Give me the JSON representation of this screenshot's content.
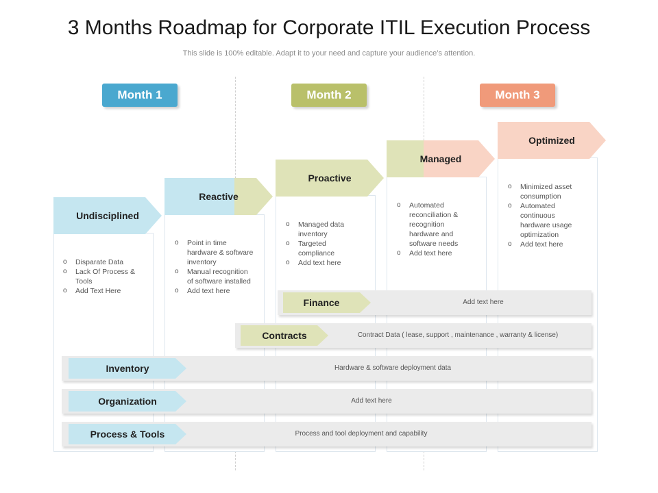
{
  "title": "3 Months Roadmap for Corporate ITIL Execution Process",
  "subtitle": "This slide is 100% editable. Adapt it to your need and capture your audience’s attention.",
  "months": [
    {
      "label": "Month 1",
      "color": "#4aa8cf"
    },
    {
      "label": "Month 2",
      "color": "#b9c06a"
    },
    {
      "label": "Month 3",
      "color": "#f09a7a"
    }
  ],
  "stages": [
    {
      "label": "Undisciplined",
      "items": [
        "Disparate Data",
        "Lack Of Process & Tools",
        "Add Text Here"
      ]
    },
    {
      "label": "Reactive",
      "items": [
        "Point in time hardware & software inventory",
        "Manual recognition of software installed",
        "Add text here"
      ]
    },
    {
      "label": "Proactive",
      "items": [
        "Managed data inventory",
        "Targeted compliance",
        "Add text here"
      ]
    },
    {
      "label": "Managed",
      "items": [
        "Automated reconciliation & recognition hardware and software needs",
        "Add text here"
      ]
    },
    {
      "label": "Optimized",
      "items": [
        "Minimized asset consumption",
        "Automated continuous hardware usage optimization",
        "Add text here"
      ]
    }
  ],
  "bands": [
    {
      "label": "Finance",
      "text": "Add text here"
    },
    {
      "label": "Contracts",
      "text": "Contract Data ( lease, support , maintenance , warranty & license)"
    },
    {
      "label": "Inventory",
      "text": "Hardware & software deployment data"
    },
    {
      "label": "Organization",
      "text": "Add text here"
    },
    {
      "label": "Process & Tools",
      "text": "Process and tool deployment and capability"
    }
  ],
  "colors": {
    "blue_light": "#c5e6f0",
    "green_light": "#dfe3b8",
    "peach_light": "#f9d4c5"
  }
}
